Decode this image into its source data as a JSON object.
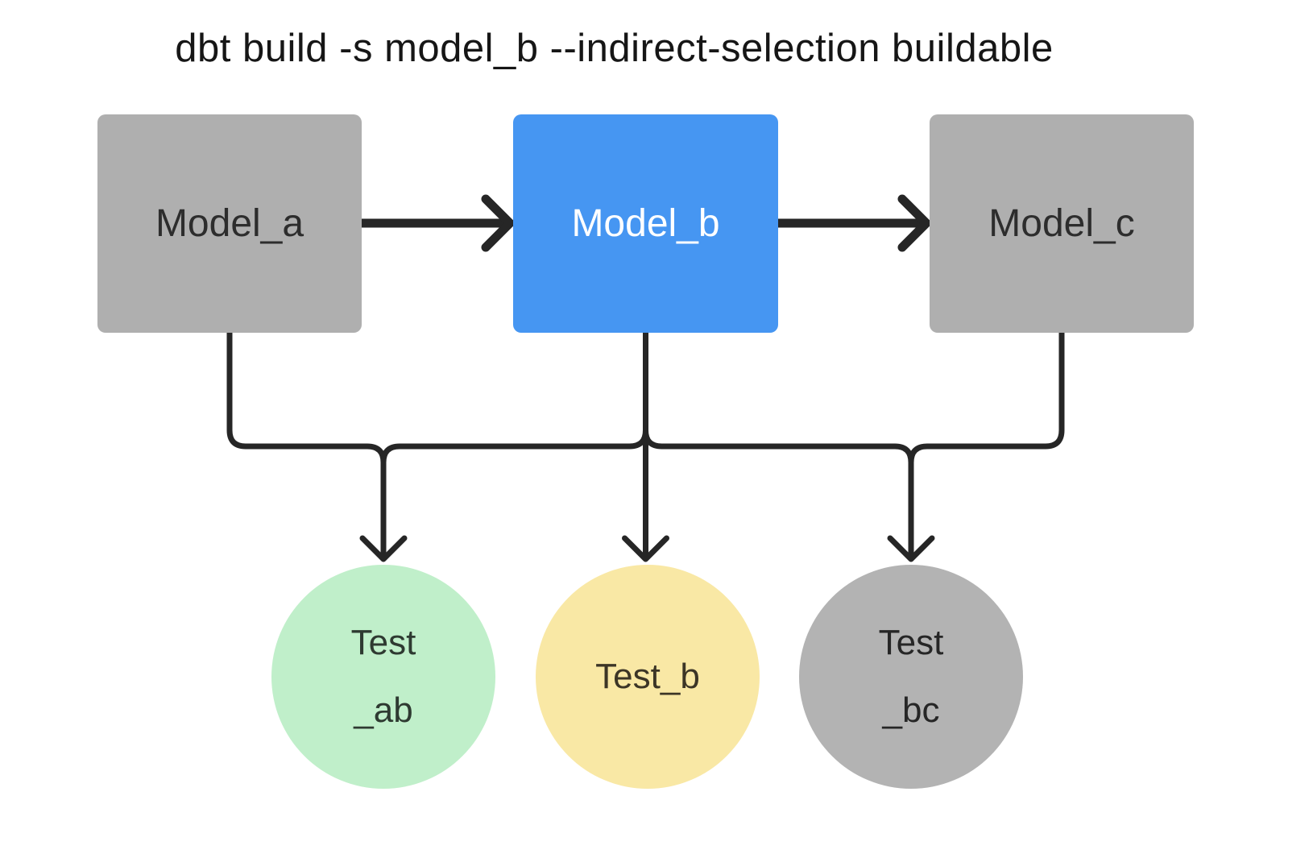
{
  "title": "dbt build -s model_b --indirect-selection buildable",
  "canvas": {
    "background": "#ffffff",
    "edge_stroke": "#262626",
    "title_color": "#161616"
  },
  "nodes": {
    "model_a": {
      "label": "Model_a",
      "kind": "model",
      "fill": "#afafaf",
      "text_color": "#2d2d2d"
    },
    "model_b": {
      "label": "Model_b",
      "kind": "model",
      "fill": "#4696f2",
      "text_color": "#ffffff"
    },
    "model_c": {
      "label": "Model_c",
      "kind": "model",
      "fill": "#afafaf",
      "text_color": "#2d2d2d"
    },
    "test_ab": {
      "label_line1": "Test",
      "label_line2": "_ab",
      "kind": "test",
      "fill": "#c0efca",
      "text_color": "#2e3a31"
    },
    "test_b": {
      "label_line1": "Test_b",
      "label_line2": "",
      "kind": "test",
      "fill": "#f9e8a5",
      "text_color": "#3c3526"
    },
    "test_bc": {
      "label_line1": "Test",
      "label_line2": "_bc",
      "kind": "test",
      "fill": "#b3b3b3",
      "text_color": "#262626"
    }
  },
  "edges": [
    {
      "from": "model_a",
      "to": "model_b",
      "icon": "arrow-right"
    },
    {
      "from": "model_b",
      "to": "model_c",
      "icon": "arrow-right"
    },
    {
      "from": "model_a",
      "to": "test_ab",
      "icon": "arrow-down"
    },
    {
      "from": "model_b",
      "to": "test_ab",
      "icon": "arrow-down"
    },
    {
      "from": "model_b",
      "to": "test_b",
      "icon": "arrow-down"
    },
    {
      "from": "model_b",
      "to": "test_bc",
      "icon": "arrow-down"
    },
    {
      "from": "model_c",
      "to": "test_bc",
      "icon": "arrow-down"
    }
  ]
}
